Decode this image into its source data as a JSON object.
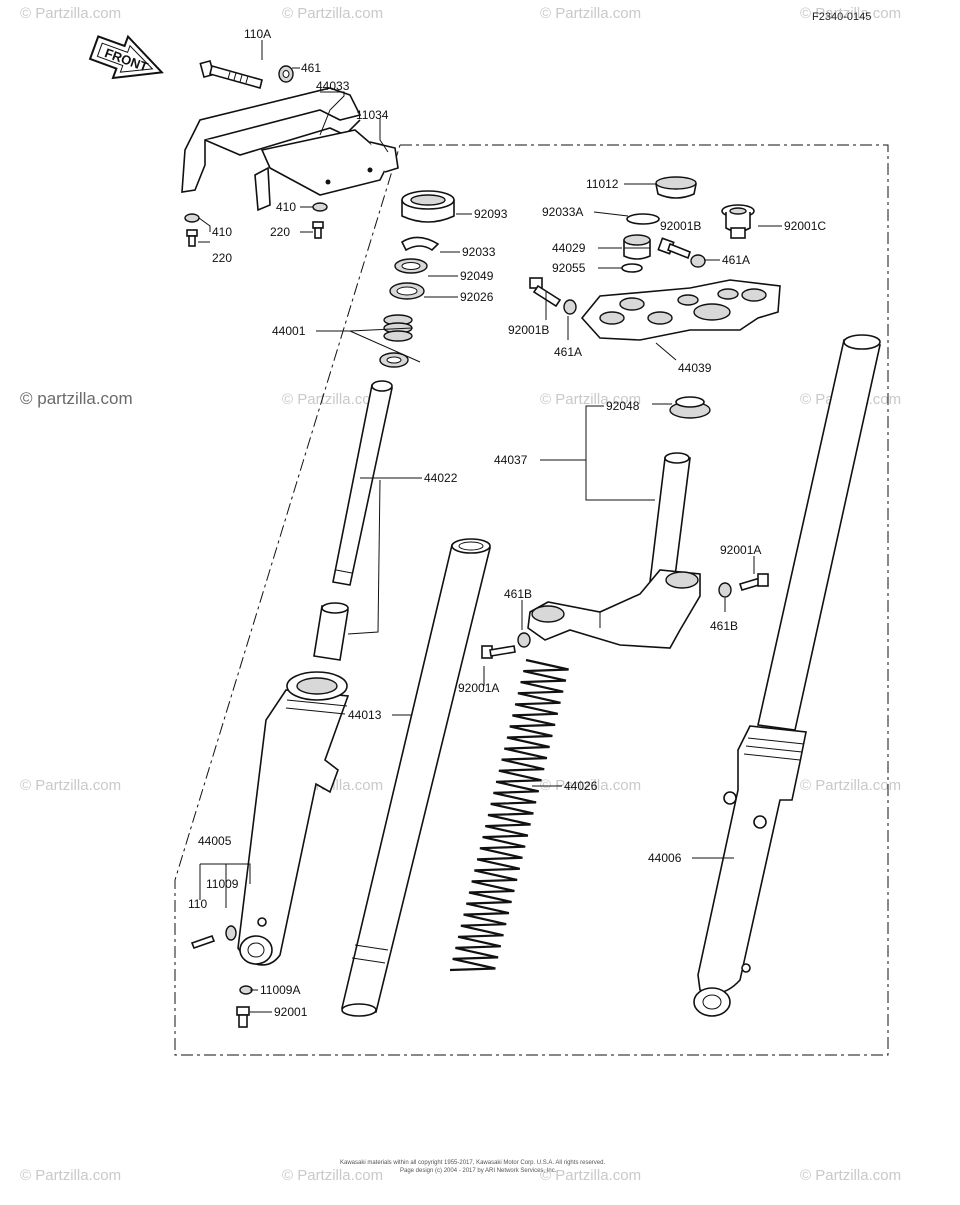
{
  "figure_code": "F2340-0145",
  "front_arrow_label": "FRONT",
  "watermark": "© Partzilla.com",
  "watermark_small": "© partzilla.com",
  "copyright_lines": [
    "Kawasaki materials within all copyright 1955-2017, Kawasaki Motor Corp. U.S.A. All rights reserved.",
    "Page design (c) 2004 - 2017 by ARI Network Services, Inc."
  ],
  "part_labels": {
    "p110A": "110A",
    "p461": "461",
    "p44033": "44033",
    "p11034": "11034",
    "p410_left": "410",
    "p220_left": "220",
    "p410_right": "410",
    "p220_right": "220",
    "p92093": "92093",
    "p92033": "92033",
    "p92049": "92049",
    "p92026": "92026",
    "p44001": "44001",
    "p44022": "44022",
    "p44013": "44013",
    "p44005": "44005",
    "p11009": "11009",
    "p110": "110",
    "p11009A": "11009A",
    "p92001": "92001",
    "p11012": "11012",
    "p92033A": "92033A",
    "p92001B_top": "92001B",
    "p92001C": "92001C",
    "p44029": "44029",
    "p461A_top": "461A",
    "p92055": "92055",
    "p92001B_left": "92001B",
    "p461A_bottom": "461A",
    "p44039": "44039",
    "p92048": "92048",
    "p44037": "44037",
    "p461B_left": "461B",
    "p92001A_left": "92001A",
    "p92001A_right": "92001A",
    "p461B_right": "461B",
    "p44026": "44026",
    "p44006": "44006"
  }
}
